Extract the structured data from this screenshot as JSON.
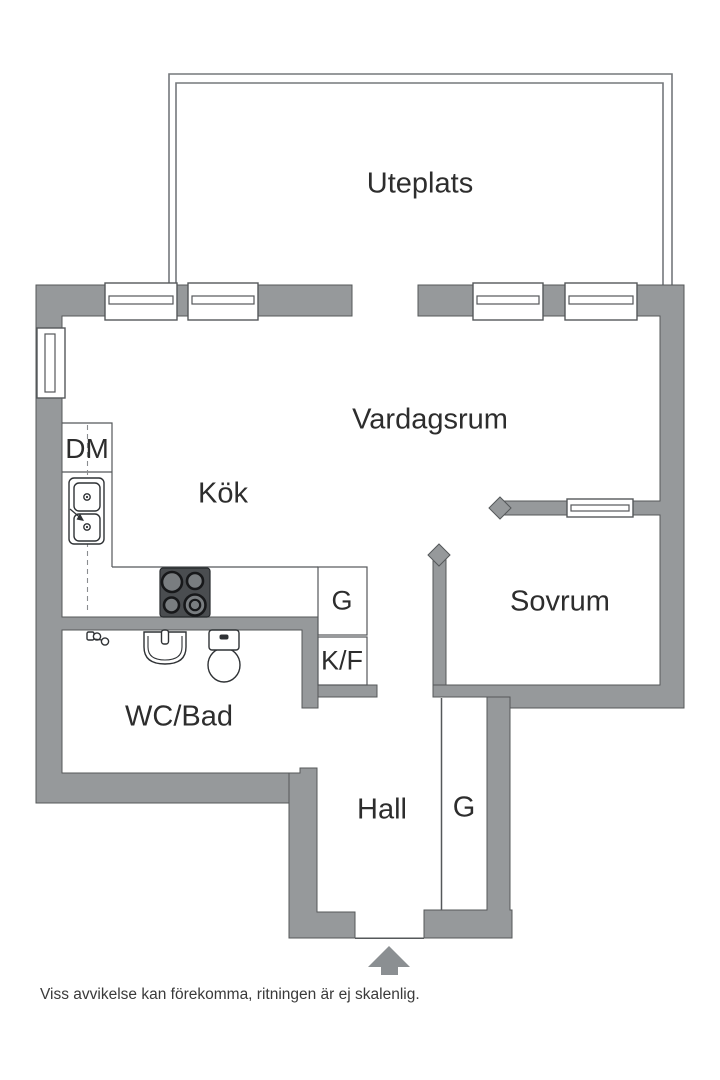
{
  "rooms": {
    "uteplats": "Uteplats",
    "vardagsrum": "Vardagsrum",
    "kok": "Kök",
    "sovrum": "Sovrum",
    "wc_bad": "WC/Bad",
    "hall": "Hall"
  },
  "fixtures": {
    "dm": "DM",
    "g_kitchen": "G",
    "kf": "K/F",
    "g_hall": "G"
  },
  "footer": {
    "disclaimer": "Viss avvikelse kan förekomma, ritningen är ej skalenlig."
  },
  "icons": {
    "entrance_arrow": "up-arrow",
    "stove": "four-burner-cooktop",
    "kitchen_sink": "double-basin-sink",
    "washbasin": "round-basin-with-tap",
    "toilet": "toilet-tank-and-bowl",
    "shower_mixer": "mixer-valve"
  },
  "colors": {
    "wall": "#96999b",
    "wall_outline": "#55585a",
    "line": "#55585a",
    "stove": "#4a4d50",
    "arrow": "#8b8f92",
    "text": "#2d2d2d",
    "patio_border": "#75787c",
    "background": "#ffffff"
  }
}
